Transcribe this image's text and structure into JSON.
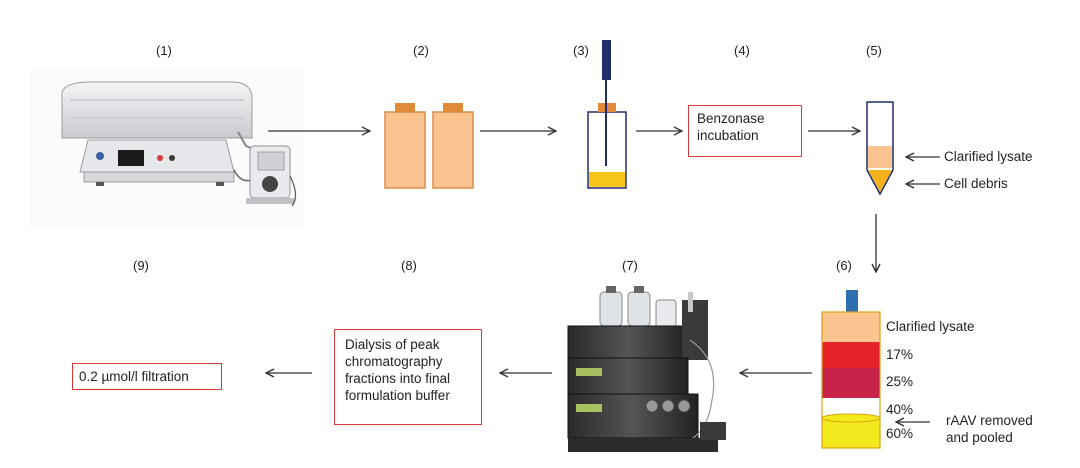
{
  "steps": {
    "s1": "(1)",
    "s2": "(2)",
    "s3": "(3)",
    "s4": "(4)",
    "s5": "(5)",
    "s6": "(6)",
    "s7": "(7)",
    "s8": "(8)",
    "s9": "(9)"
  },
  "boxes": {
    "benzonase": "Benzonase incubation",
    "dialysis": "Dialysis of peak chromatography fractions into final formulation buffer",
    "filtration": "0.2 µmol/l filtration"
  },
  "tube5": {
    "clarified_lysate": "Clarified lysate",
    "cell_debris": "Cell debris"
  },
  "gradient6": {
    "clarified_lysate": "Clarified lysate",
    "p17": "17%",
    "p25": "25%",
    "p40": "40%",
    "p60": "60%",
    "raav_line1": "rAAV removed",
    "raav_line2": "and pooled"
  },
  "colors": {
    "peach": "#f9c48f",
    "orange_cap": "#e08a3a",
    "navy": "#1f2d6b",
    "yellow": "#f5c518",
    "red17": "#e8222a",
    "red25": "#c8244a",
    "yellow60": "#f2ea1c",
    "box_border": "#d43a3a",
    "column_blue": "#2f6fb0"
  },
  "icons": {
    "homogenizer": "homogenizer-machine-icon",
    "chromatography": "chromatography-system-icon"
  }
}
